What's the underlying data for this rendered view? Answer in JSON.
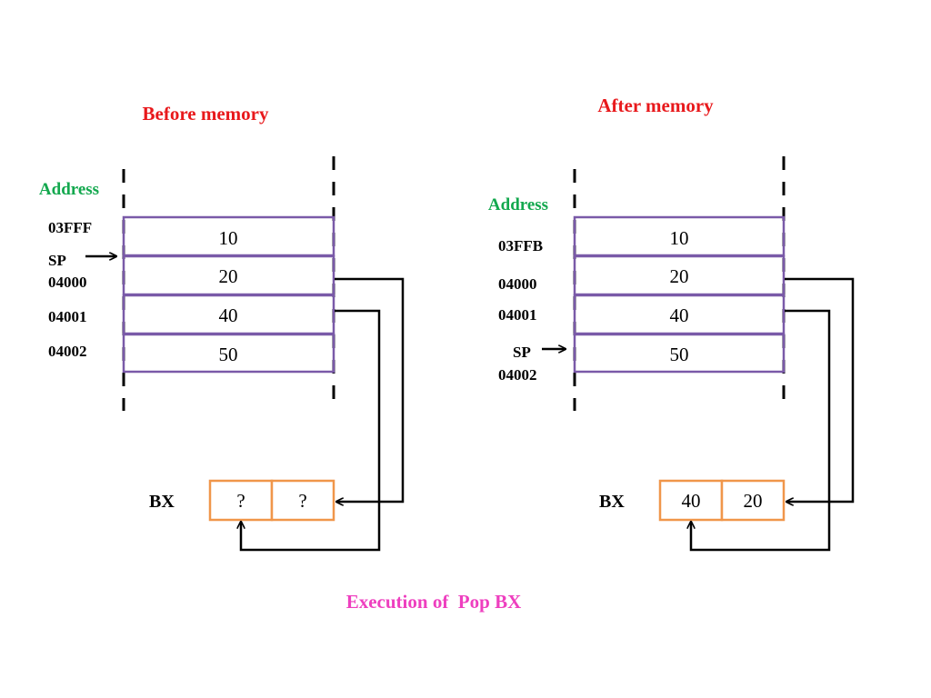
{
  "colors": {
    "title": "#e8191c",
    "address_header": "#13a84e",
    "caption": "#ee3fbf",
    "memory_border": "#7a5aa8",
    "register_border": "#f0964a",
    "line": "#000000"
  },
  "before": {
    "title": "Before memory",
    "address_header": "Address",
    "addresses": [
      "03FFF",
      "SP",
      "04000",
      "04001",
      "04002"
    ],
    "cells": [
      "10",
      "20",
      "40",
      "50"
    ],
    "register_label": "BX",
    "register_values": [
      "?",
      "?"
    ]
  },
  "after": {
    "title": "After memory",
    "address_header": "Address",
    "addresses": [
      "03FFB",
      "04000",
      "04001",
      "SP",
      "04002"
    ],
    "cells": [
      "10",
      "20",
      "40",
      "50"
    ],
    "register_label": "BX",
    "register_values": [
      "40",
      "20"
    ]
  },
  "caption": "Execution of  Pop BX"
}
